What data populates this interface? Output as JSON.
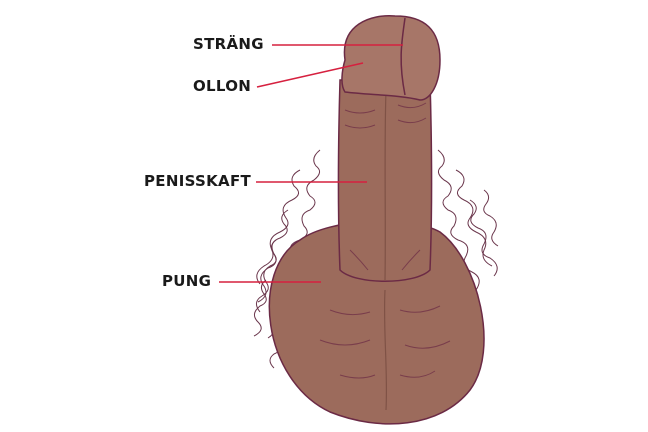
{
  "diagram": {
    "title": "",
    "labels": [
      {
        "id": "strang",
        "text": "STRÄNG"
      },
      {
        "id": "ollon",
        "text": "OLLON"
      },
      {
        "id": "penisskaft",
        "text": "PENISSKAFT"
      },
      {
        "id": "pung",
        "text": "PUNG"
      }
    ],
    "colors": {
      "leader_line": "#d6203f",
      "skin": "#9c6b5c",
      "skin_shadow": "#7f5246",
      "outline": "#6b2a45",
      "hair": "#5a2038",
      "label_text": "#1a1a1a"
    }
  }
}
